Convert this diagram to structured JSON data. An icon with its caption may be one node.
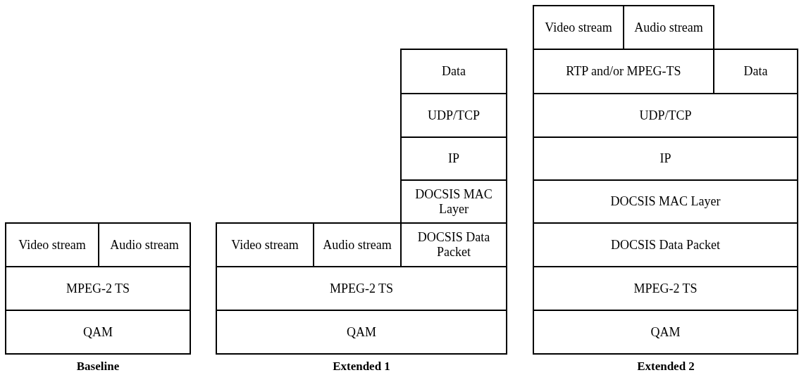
{
  "diagram": {
    "nodes": [
      {
        "text": [
          "Video stream"
        ]
      },
      {
        "text": [
          "Audio stream"
        ]
      },
      {
        "text": [
          "MPEG-2 TS"
        ]
      },
      {
        "text": [
          "QAM"
        ]
      },
      {
        "text": [
          "Data"
        ]
      },
      {
        "text": [
          "UDP/TCP"
        ]
      },
      {
        "text": [
          "IP"
        ]
      },
      {
        "text": [
          "DOCSIS MAC Layer"
        ]
      },
      {
        "text": [
          "Video stream"
        ]
      },
      {
        "text": [
          "Audio stream"
        ]
      },
      {
        "text": [
          "DOCSIS Data Packet"
        ]
      },
      {
        "text": [
          "MPEG-2 TS"
        ]
      },
      {
        "text": [
          "QAM"
        ]
      },
      {
        "text": [
          "Video stream"
        ]
      },
      {
        "text": [
          "Audio stream"
        ]
      },
      {
        "text": [
          "RTP and/or MPEG-TS"
        ]
      },
      {
        "text": [
          "Data"
        ]
      },
      {
        "text": [
          "UDP/TCP"
        ]
      },
      {
        "text": [
          "IP"
        ]
      },
      {
        "text": [
          "DOCSIS MAC Layer"
        ]
      },
      {
        "text": [
          "DOCSIS Data Packet"
        ]
      },
      {
        "text": [
          "MPEG-2 TS"
        ]
      },
      {
        "text": [
          "QAM"
        ]
      }
    ],
    "labels": [
      "Baseline",
      "Extended 1",
      "Extended 2"
    ]
  }
}
